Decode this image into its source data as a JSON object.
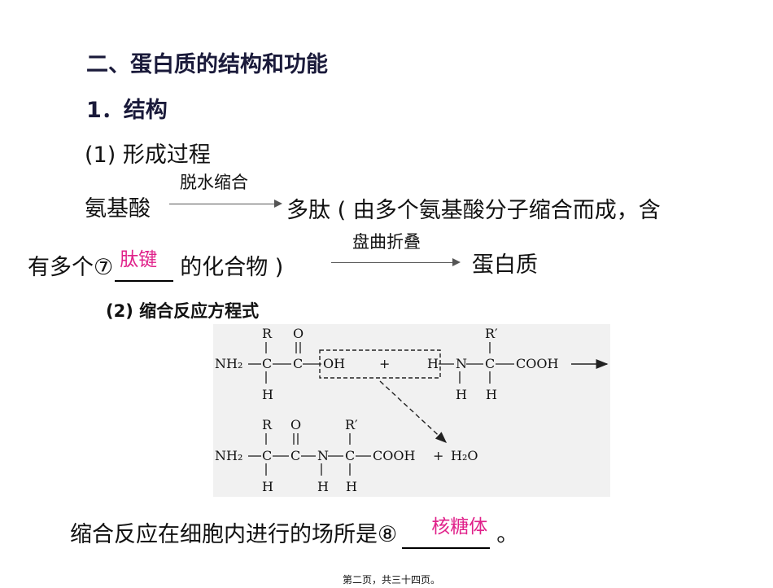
{
  "section_title": "二、蛋白质的结构和功能",
  "item1": "1．结构",
  "sub1": "(1) 形成过程",
  "flow": {
    "start": "氨基酸",
    "arrow1_label": "脱水缩合",
    "middle_line1": "多肽 ( 由多个氨基酸分子缩合而成，含",
    "line2_prefix": "有多个⑦",
    "answer7": "肽键",
    "line2_suffix": "的化合物 )",
    "arrow2_label": "盘曲折叠",
    "end": "蛋白质"
  },
  "sub2": "(2) 缩合反应方程式",
  "equation": {
    "r": "R",
    "o": "O",
    "r_prime": "R′",
    "nh2": "NH₂",
    "c": "C",
    "oh": "OH",
    "plus": "+",
    "h": "H",
    "n": "N",
    "cooh": "COOH",
    "h2o": "H₂O"
  },
  "site": {
    "prefix": "缩合反应在细胞内进行的场所是⑧",
    "answer8": "核糖体",
    "suffix": "。"
  },
  "footer": "第二页，共三十四页。",
  "colors": {
    "answer": "#e0218a",
    "heading": "#1a1a3a",
    "diagram_bg": "#f1f1f1"
  }
}
